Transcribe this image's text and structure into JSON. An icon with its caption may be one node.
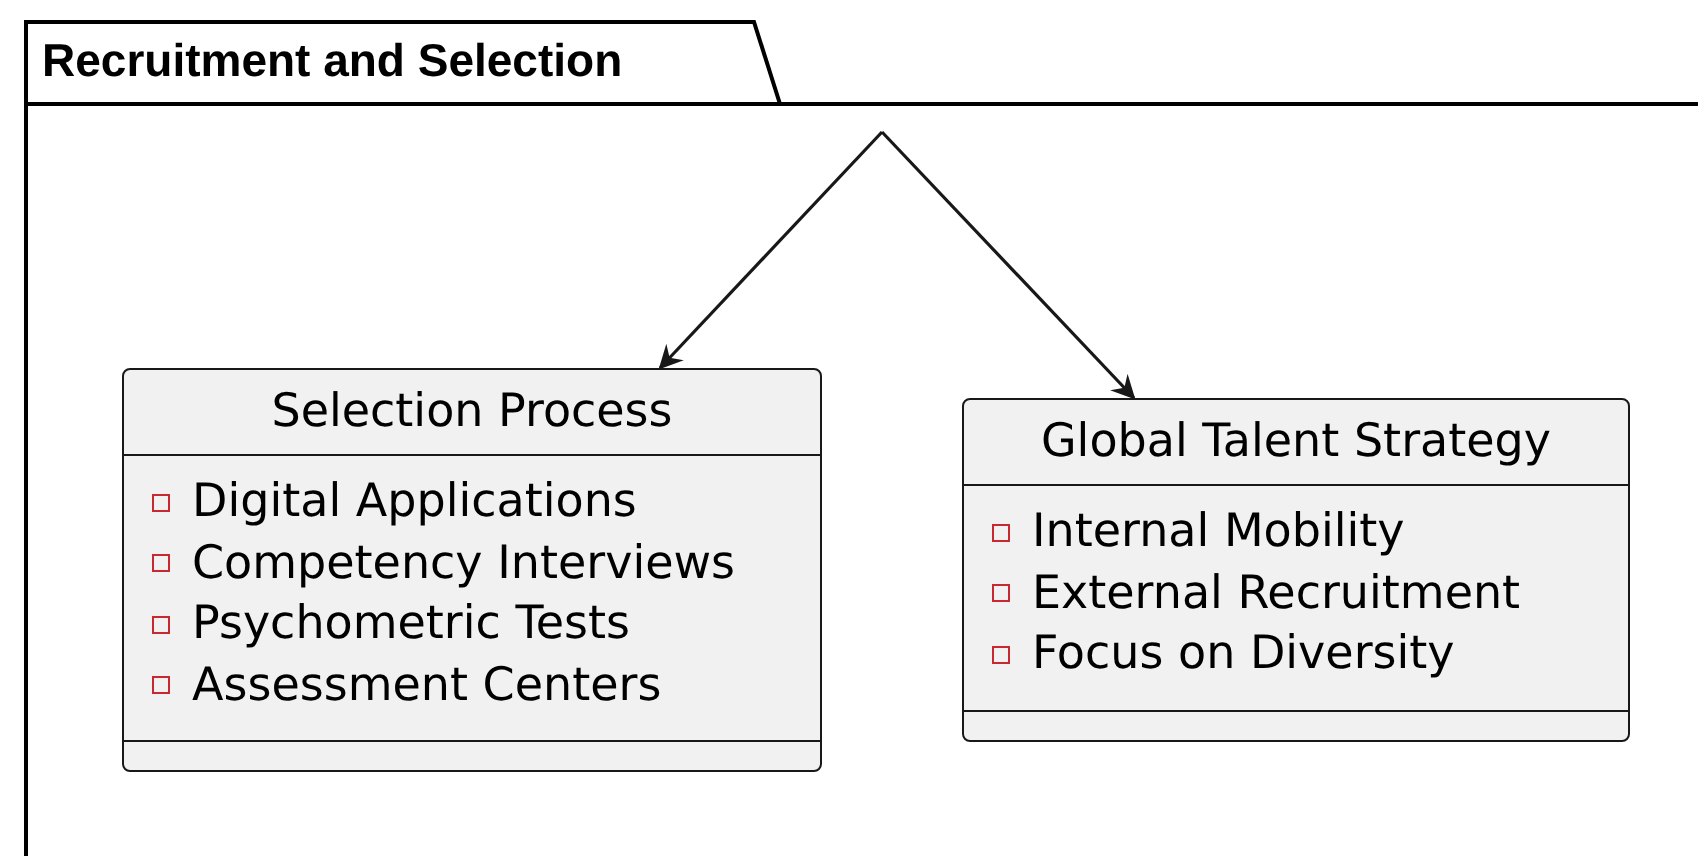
{
  "diagram": {
    "nodes": [
      {
        "text": [
          "Recruitment and Selection"
        ]
      },
      {
        "text": [
          "Selection Process",
          "Digital Applications",
          "Competency Interviews",
          "Psychometric Tests",
          "Assessment Centers"
        ],
        "in": 0
      },
      {
        "text": [
          "Global Talent Strategy",
          "Internal Mobility",
          "External Recruitment",
          "Focus on Diversity"
        ],
        "in": 0
      }
    ],
    "edges": [
      {
        "from": null,
        "to": 1,
        "arrow": "to"
      },
      {
        "from": null,
        "to": 2,
        "arrow": "to"
      }
    ]
  }
}
